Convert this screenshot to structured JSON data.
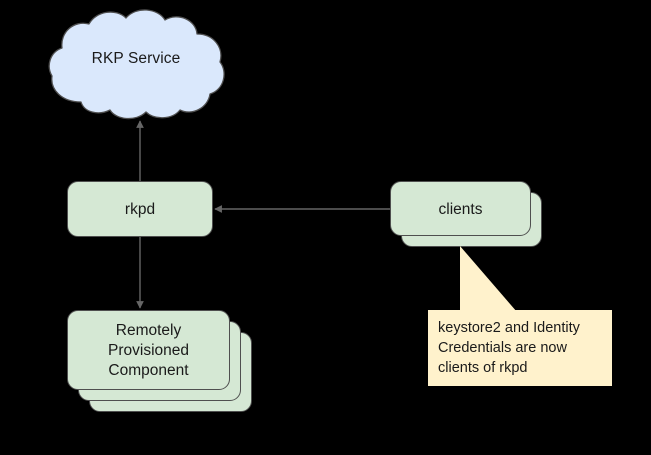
{
  "diagram": {
    "title": "rkpd architecture diagram",
    "background_color": "#000000",
    "nodes": {
      "cloud": {
        "label": "RKP Service",
        "shape": "cloud",
        "fill": "#dae8fc",
        "stroke": "#4f4f4f"
      },
      "rkpd": {
        "label": "rkpd",
        "shape": "rounded-rect",
        "fill": "#d5e8d4",
        "stroke": "#4f4f4f"
      },
      "clients": {
        "label": "clients",
        "shape": "rounded-rect-stack",
        "stack_count": 2,
        "fill": "#d5e8d4",
        "stroke": "#4f4f4f"
      },
      "rpc": {
        "label": "Remotely Provisioned Component",
        "line1": "Remotely",
        "line2": "Provisioned",
        "line3": "Component",
        "shape": "rounded-rect-stack",
        "stack_count": 3,
        "fill": "#d5e8d4",
        "stroke": "#4f4f4f"
      }
    },
    "callout": {
      "text": "keystore2 and Identity Credentials are now clients of rkpd",
      "fill": "#fff2cc",
      "points_to": "clients"
    },
    "edges": [
      {
        "from": "rkpd",
        "to": "cloud",
        "direction": "up",
        "arrowhead": "end",
        "stroke": "#666666"
      },
      {
        "from": "rkpd",
        "to": "rpc",
        "direction": "down",
        "arrowhead": "end",
        "stroke": "#666666"
      },
      {
        "from": "clients",
        "to": "rkpd",
        "direction": "left",
        "arrowhead": "end",
        "stroke": "#666666"
      }
    ]
  }
}
